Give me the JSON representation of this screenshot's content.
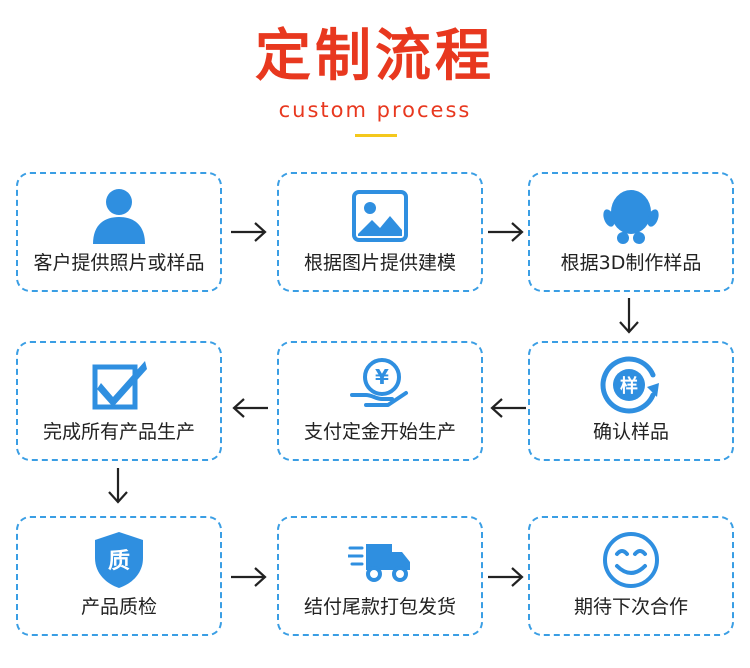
{
  "header": {
    "title": "定制流程",
    "subtitle": "custom process"
  },
  "steps": [
    {
      "label": "客户提供照片或样品",
      "icon": "person-icon"
    },
    {
      "label": "根据图片提供建模",
      "icon": "image-icon"
    },
    {
      "label": "根据3D制作样品",
      "icon": "figurine-icon"
    },
    {
      "label": "确认样品",
      "icon": "sample-refresh-icon",
      "icon_text": "样"
    },
    {
      "label": "支付定金开始生产",
      "icon": "yen-coin-hand-icon",
      "icon_text": "¥"
    },
    {
      "label": "完成所有产品生产",
      "icon": "checkbox-icon"
    },
    {
      "label": "产品质检",
      "icon": "quality-shield-icon",
      "icon_text": "质"
    },
    {
      "label": "结付尾款打包发货",
      "icon": "delivery-truck-icon"
    },
    {
      "label": "期待下次合作",
      "icon": "smiley-icon"
    }
  ],
  "colors": {
    "accent": "#e8381f",
    "underline": "#f4c81c",
    "border": "#3a9ee4",
    "icon": "#2f8fe0",
    "text": "#222222",
    "arrow": "#222222"
  }
}
